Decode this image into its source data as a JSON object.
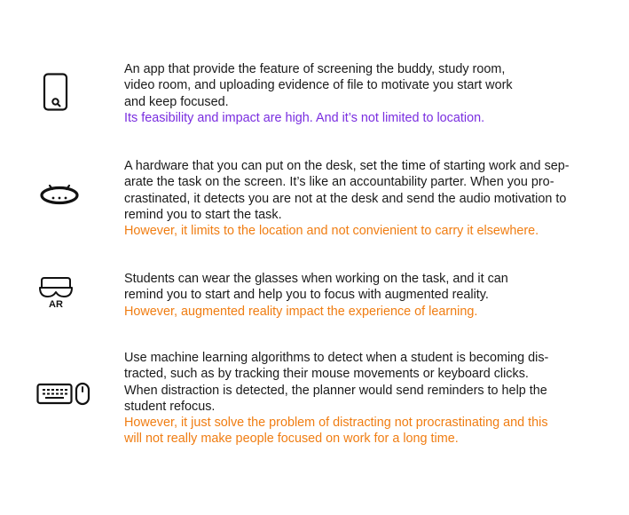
{
  "ideas": [
    {
      "icon": "smartphone-icon",
      "lines": [
        "An app that provide the feature of screening the buddy, study room,",
        "video room, and uploading evidence of file to motivate you start work",
        "and keep focused."
      ],
      "note_lines": [
        "Its feasibility and impact are high. And it’s not limited to location."
      ],
      "note_color": "#7a2ee0"
    },
    {
      "icon": "desk-device-icon",
      "lines": [
        "A hardware that you can put on the desk, set the time of starting work and sep-",
        "arate the task on the screen. It’s like an accountability parter. When you pro-",
        "crastinated, it detects you are not at the desk and send the audio motivation to",
        "remind you to start the task."
      ],
      "note_lines": [
        "However, it limits to the location and not convienient to carry it elsewhere."
      ],
      "note_color": "#f07d12"
    },
    {
      "icon": "ar-glasses-icon",
      "icon_label": "AR",
      "lines": [
        "Students can wear the glasses when working on the task, and it can",
        "remind you to start and help you to focus with augmented reality."
      ],
      "note_lines": [
        "However,  augmented reality impact the experience of learning."
      ],
      "note_color": "#f07d12"
    },
    {
      "icon": "keyboard-mouse-icon",
      "lines": [
        "Use machine learning algorithms to detect when a student is becoming dis-",
        "tracted, such as by tracking their mouse movements or keyboard clicks.",
        "When distraction is detected, the planner would send reminders to help the",
        "student refocus."
      ],
      "note_lines": [
        "However, it just solve the problem of distracting not procrastinating and this",
        "will not really make people focused on work for a long time."
      ],
      "note_color": "#f07d12"
    }
  ]
}
